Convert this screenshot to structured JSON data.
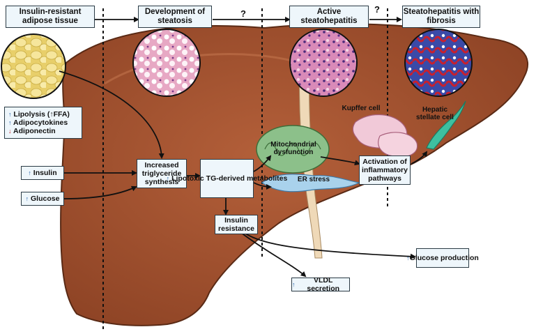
{
  "stages": {
    "adipose": "Insulin-resistant adipose tissue",
    "steatosis": "Development of steatosis",
    "active": "Active steatohepatitis",
    "fibrosis": "Steatohepatitis with fibrosis"
  },
  "question_marks": [
    "?",
    "?"
  ],
  "adipose_effects": [
    {
      "arrow": "up",
      "text": "Lipolysis (↑FFA)"
    },
    {
      "arrow": "up",
      "text": "Adipocytokines"
    },
    {
      "arrow": "down",
      "text": "Adiponectin"
    }
  ],
  "inputs": {
    "insulin": "Insulin",
    "glucose": "Glucose"
  },
  "process": {
    "triglyceride_synthesis": "Increased triglyceride synthesis",
    "lipotoxic": "Lipotoxic TG-derived metabolites",
    "insulin_resistance": "Insulin resistance",
    "mitochondrial": "Mitochondrial dysfunction",
    "er_stress": "ER stress",
    "inflammatory": "Activation of inflammatory pathways",
    "kupffer": "Kupffer cell",
    "stellate": "Hepatic stellate cell"
  },
  "outputs": {
    "glucose_production": "Glucose production",
    "vldl": "VLDL secretion"
  },
  "arrow_glyphs": {
    "up": "↑",
    "down": "↓"
  },
  "colors": {
    "liver": "#a0502e",
    "liver_edge": "#5a2a15",
    "box_fill": "#eef6fb",
    "up_arrow": "#1f5fa8",
    "down_arrow": "#c0202a",
    "fat": "#f3e08a"
  }
}
